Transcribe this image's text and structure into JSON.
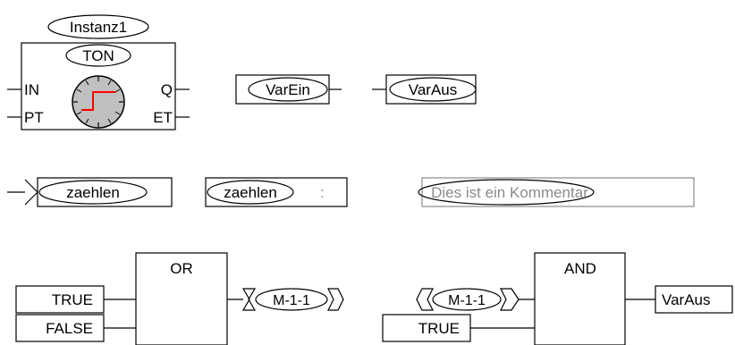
{
  "timer_block": {
    "instance_name": "Instanz1",
    "type_name": "TON",
    "inputs": [
      "IN",
      "PT"
    ],
    "outputs": [
      "Q",
      "ET"
    ],
    "clock_icon": "timer-clock-icon"
  },
  "input_box": {
    "variable": "VarEin"
  },
  "output_box": {
    "variable": "VarAus"
  },
  "jump": {
    "label": "zaehlen"
  },
  "jump_label": {
    "label": "zaehlen",
    "suffix": ":"
  },
  "comment": {
    "text": "Dies ist ein Kommentar"
  },
  "or_block": {
    "type_name": "OR",
    "inputs": [
      "TRUE",
      "FALSE"
    ],
    "output_marker": "M-1-1"
  },
  "and_block": {
    "type_name": "AND",
    "input_marker": "M-1-1",
    "inputs": [
      "TRUE"
    ],
    "output": "VarAus"
  },
  "colors": {
    "line": "#000000",
    "clock_fill": "#c0c0c0",
    "step_signal": "#ff0000",
    "comment_text": "#8a8a8a",
    "comment_border": "#8a8a8a"
  }
}
